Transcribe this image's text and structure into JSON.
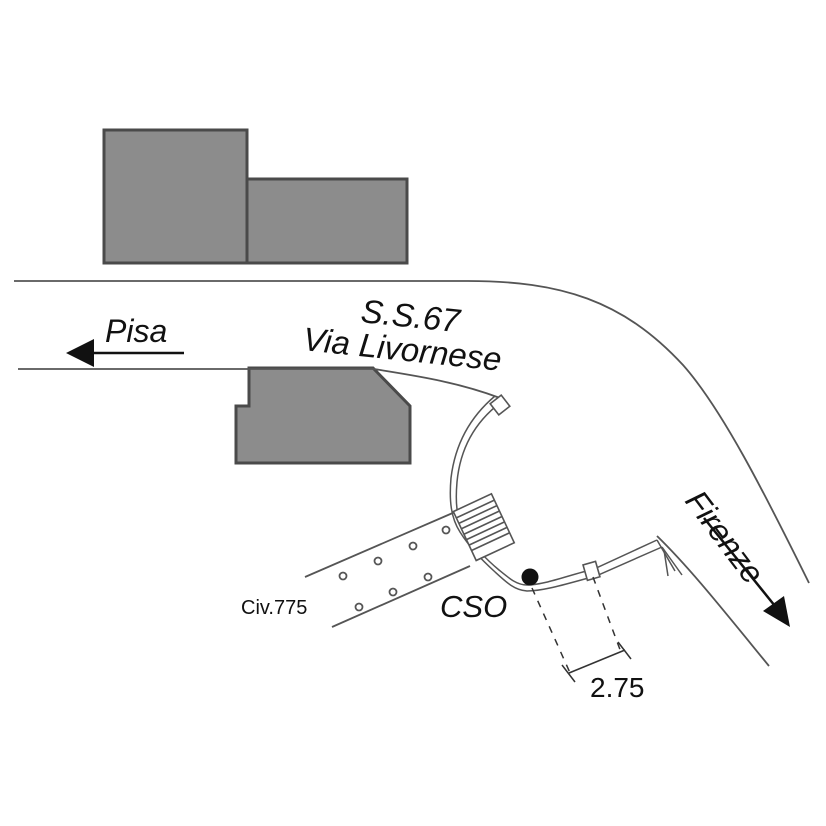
{
  "map": {
    "road_number": "S.S.67",
    "road_name": "Via Livornese",
    "direction_west": "Pisa",
    "direction_southeast": "Firenze",
    "site_label": "CSO",
    "civic_label": "Civ.775",
    "dimension_label": "2.75"
  },
  "colors": {
    "building_fill": "#8c8c8c",
    "building_stroke": "#4a4a4a",
    "line": "#4a4a4a",
    "text": "#111111",
    "point": "#111111"
  },
  "icons": {
    "west_arrow": "arrow-left-icon",
    "southeast_arrow": "arrow-down-right-icon",
    "site_point": "filled-circle-icon"
  }
}
